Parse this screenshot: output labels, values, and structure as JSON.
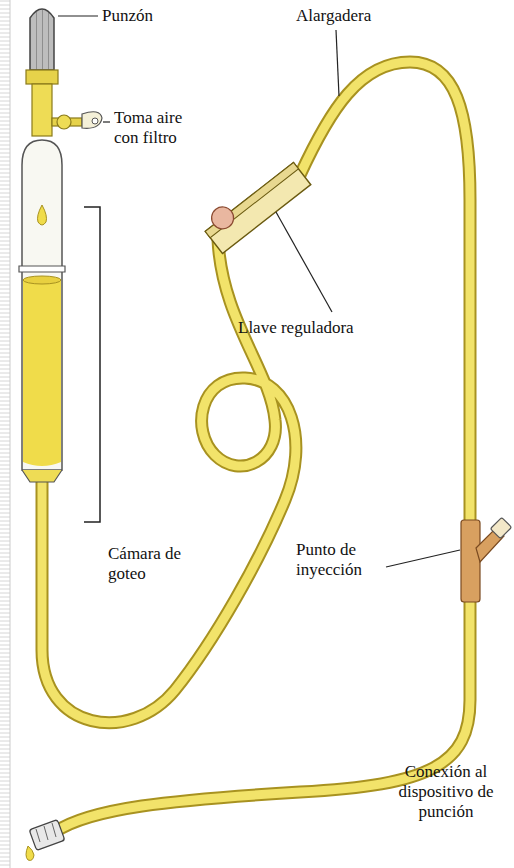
{
  "diagram": {
    "labels": [
      "Punzón",
      "Alargadera",
      "Toma aire con filtro",
      "Llave reguladora",
      "Cámara de goteo",
      "Punto de inyección",
      "Conexión al dispositivo de punción"
    ]
  }
}
